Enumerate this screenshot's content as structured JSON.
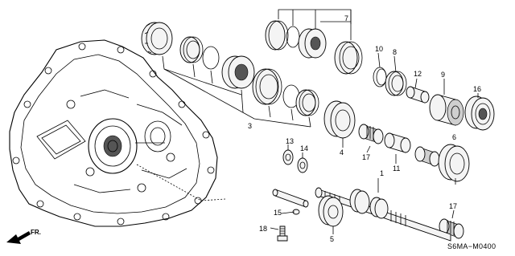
{
  "diagram_code": "S6MA−M0400",
  "front_indicator": "FR.",
  "callouts": {
    "c1": "1",
    "c3": "3",
    "c4": "4",
    "c5": "5",
    "c6": "6",
    "c7": "7",
    "c8": "8",
    "c9": "9",
    "c10": "10",
    "c11": "11",
    "c12": "12",
    "c13": "13",
    "c14": "14",
    "c15": "15",
    "c16": "16",
    "c17a": "17",
    "c17b": "17",
    "c18": "18"
  }
}
